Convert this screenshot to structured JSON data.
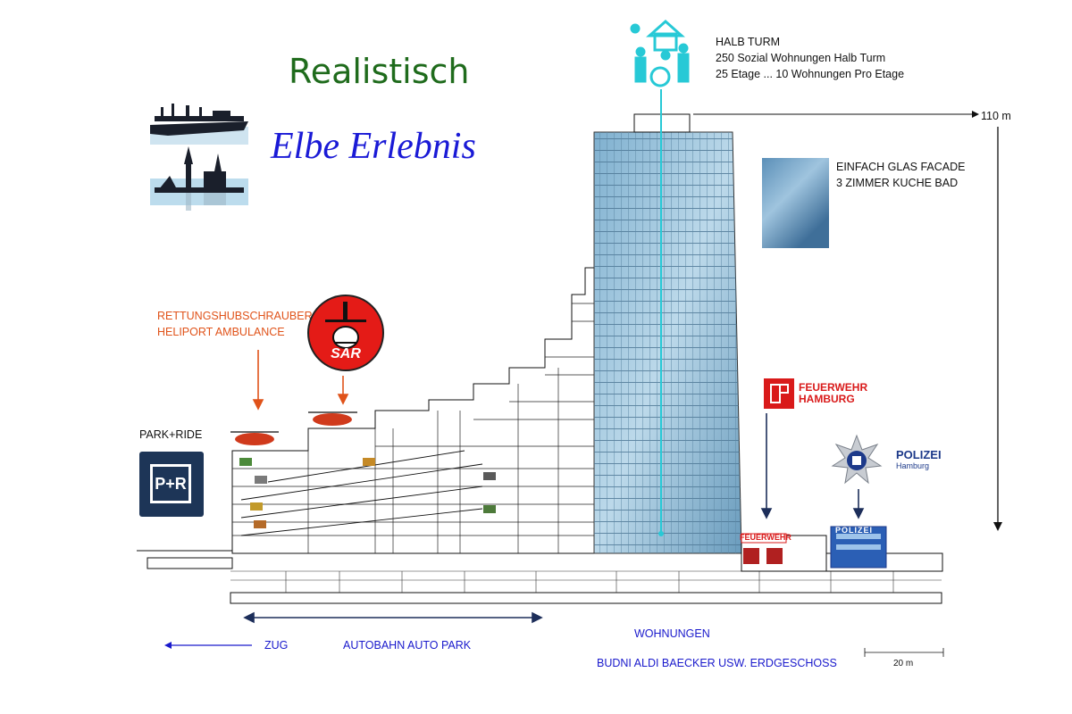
{
  "title": "Realistisch",
  "subtitle": "Elbe Erlebnis",
  "tower_info": {
    "name": "HALB TURM",
    "line1": "250 Sozial Wohnungen Halb Turm",
    "line2": "25 Etage ... 10 Wohnungen Pro Etage"
  },
  "height_label": "110 m",
  "facade": {
    "line1": "EINFACH GLAS FACADE",
    "line2": "3 ZIMMER KUCHE BAD"
  },
  "heliport": {
    "line1": "RETTUNGSHUBSCHRAUBER",
    "line2": "HELIPORT AMBULANCE"
  },
  "park_ride": {
    "label": "PARK+RIDE",
    "sign": "P+R"
  },
  "sar_logo": "SAR",
  "fire": {
    "line1": "FEUERWEHR",
    "line2": "HAMBURG",
    "station": "FEUERWEHR"
  },
  "police": {
    "line1": "POLIZEI",
    "line2": "Hamburg",
    "station": "POLIZEI"
  },
  "bottom": {
    "zug": "ZUG",
    "autobahn": "AUTOBAHN AUTO PARK",
    "wohnungen": "WOHNUNGEN",
    "erdgeschoss": "BUDNI ALDI BAECKER USW. ERDGESCHOSS",
    "scale": "20 m"
  },
  "colors": {
    "title_green": "#1f6b1c",
    "subtitle_blue": "#1a1ad6",
    "heliport_orange": "#e0531a",
    "fire_red": "#d91a1a",
    "police_blue": "#1d3a8a",
    "navy_arrow": "#1d2e5a",
    "cyan_line": "#27c9d6"
  }
}
